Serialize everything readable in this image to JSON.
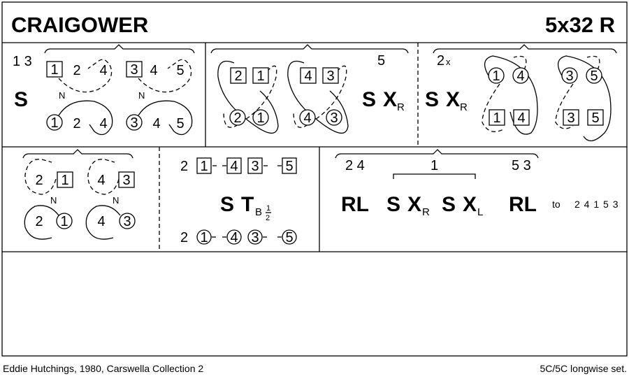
{
  "title": "CRAIGOWER",
  "format": "5x32 R",
  "bar1": {
    "dancers": "1 3",
    "figure": "S",
    "nearby": [
      "N",
      "N"
    ],
    "top": [
      {
        "box": "1",
        "a": "2",
        "b": "4"
      },
      {
        "box": "3",
        "a": "4",
        "b": "5"
      }
    ],
    "bottom": [
      {
        "circle": "1",
        "a": "2",
        "b": "4"
      },
      {
        "circle": "3",
        "a": "4",
        "b": "5"
      }
    ]
  },
  "bar2": {
    "count": "5",
    "figure_s": "S",
    "figure_x": "X",
    "figure_sub": "R",
    "boxes": [
      "2",
      "1",
      "4",
      "3"
    ],
    "circles": [
      "2",
      "1",
      "4",
      "3"
    ]
  },
  "bar3": {
    "count": "2",
    "count_x": "x",
    "figure_s": "S",
    "figure_x": "X",
    "figure_sub": "R",
    "circles": [
      "1",
      "4",
      "3",
      "5"
    ],
    "boxes": [
      "1",
      "4",
      "3",
      "5"
    ]
  },
  "bar4": {
    "nearby": [
      "N",
      "N"
    ],
    "top": [
      {
        "a": "2",
        "box": "1"
      },
      {
        "a": "4",
        "box": "3"
      }
    ],
    "bottom": [
      {
        "a": "2",
        "circle": "1"
      },
      {
        "a": "4",
        "circle": "3"
      }
    ]
  },
  "bar5": {
    "lead": "2",
    "boxes": [
      "1",
      "4",
      "3",
      "5"
    ],
    "circles": [
      "1",
      "4",
      "3",
      "5"
    ],
    "figure_s": "S",
    "figure_t": "T",
    "figure_sub": "B",
    "frac_num": "1",
    "frac_den": "2"
  },
  "bar6": {
    "left": "2 4",
    "middle": "1",
    "right": "5 3",
    "rl1": "RL",
    "s1": "S",
    "x1": "X",
    "x1sub": "R",
    "s2": "S",
    "x2": "X",
    "x2sub": "L",
    "rl2": "RL",
    "to": "to",
    "final": "2 4 1 5 3"
  },
  "footer": {
    "left": "Eddie Hutchings, 1980, Carswella Collection 2",
    "right": "5C/5C longwise set."
  }
}
